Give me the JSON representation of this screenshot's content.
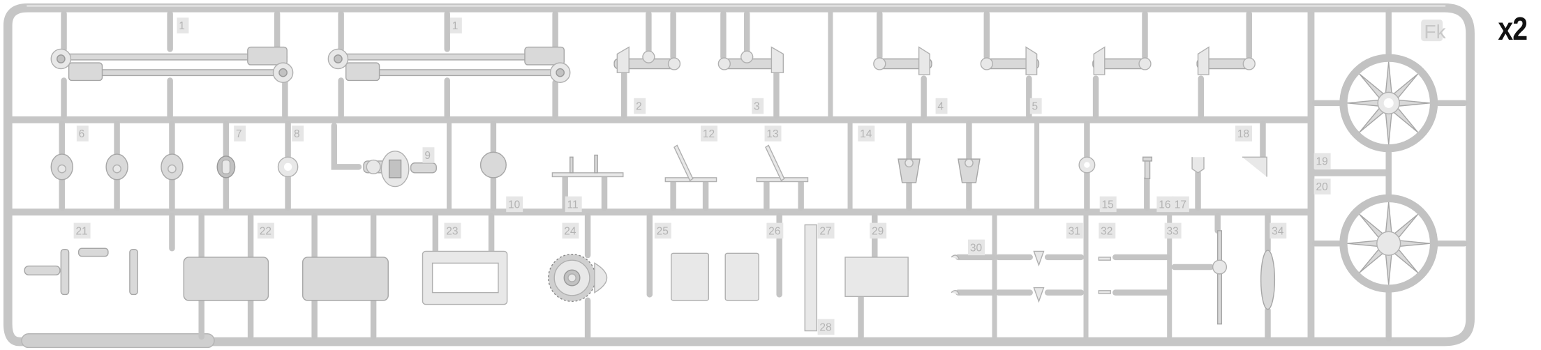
{
  "sprue": {
    "id_tag": "Fk",
    "quantity": "x2",
    "part_numbers": [
      "1",
      "1",
      "2",
      "3",
      "4",
      "5",
      "6",
      "7",
      "8",
      "9",
      "10",
      "11",
      "12",
      "13",
      "14",
      "15",
      "16",
      "17",
      "18",
      "19",
      "20",
      "21",
      "22",
      "23",
      "24",
      "25",
      "26",
      "27",
      "28",
      "29",
      "30",
      "31",
      "32",
      "33",
      "34"
    ]
  },
  "colors": {
    "runner": "#c6c6c6",
    "part": "#d9d9d9",
    "tag": "#e6e6e6",
    "background": "#ffffff"
  }
}
